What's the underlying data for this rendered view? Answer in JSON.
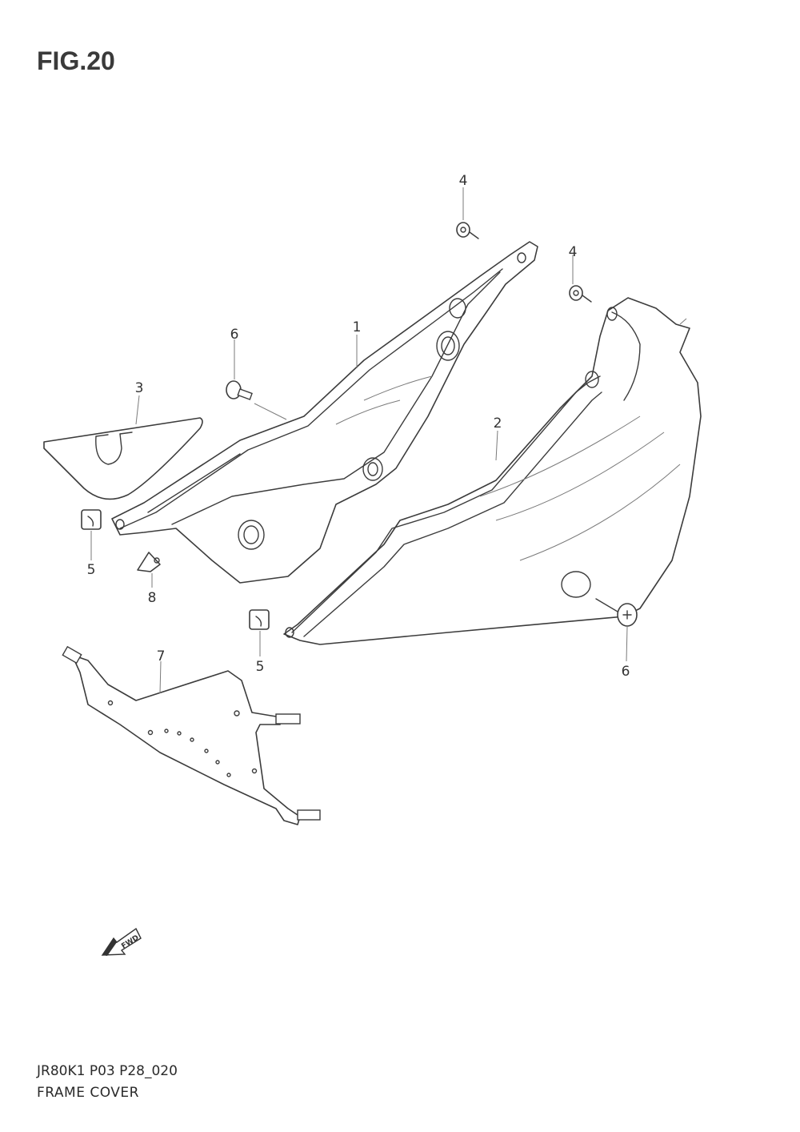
{
  "figure": {
    "title": "FIG.20"
  },
  "footer": {
    "code": "JR80K1 P03 P28_020",
    "name": "FRAME COVER"
  },
  "callouts": {
    "c1": "1",
    "c2": "2",
    "c3": "3",
    "c4a": "4",
    "c4b": "4",
    "c5a": "5",
    "c5b": "5",
    "c6a": "6",
    "c6b": "6",
    "c7": "7",
    "c8": "8"
  },
  "fwd_arrow": {
    "label": "FWD"
  }
}
